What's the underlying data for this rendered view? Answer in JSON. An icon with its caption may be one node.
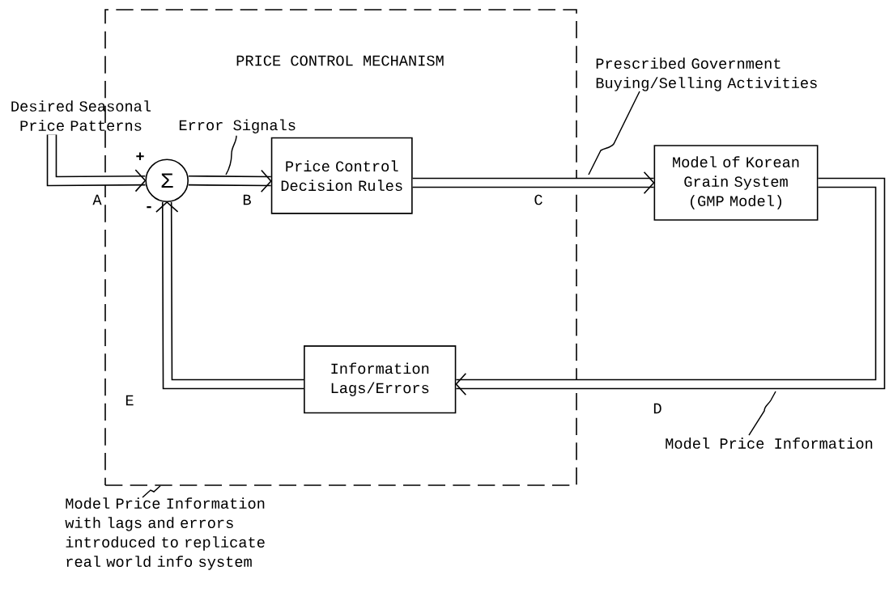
{
  "diagram": {
    "nodes": [
      {
        "text": [
          "PRICE CONTROL MECHANISM"
        ]
      },
      {
        "text": [
          "Desired Seasonal Price Patterns"
        ]
      },
      {
        "text": [
          "Σ"
        ],
        "in": 0
      },
      {
        "text": [
          "Price Control Decision Rules"
        ],
        "in": 0
      },
      {
        "text": [
          "Model of Korean Grain System (GMP Model)"
        ]
      },
      {
        "text": [
          "Information Lags/Errors"
        ],
        "in": 0
      },
      {
        "text": [
          "Error Signals"
        ],
        "in": 0
      },
      {
        "text": [
          "Prescribed Government Buying/Selling Activities"
        ]
      },
      {
        "text": [
          "Model Price Information"
        ]
      },
      {
        "text": [
          "Model Price Information with lags and errors introduced to replicate real world info system"
        ]
      }
    ],
    "edges": [
      {
        "from": 1,
        "to": 2,
        "arrow": "to",
        "label": "A"
      },
      {
        "from": 2,
        "to": 3,
        "arrow": "to",
        "label": "B"
      },
      {
        "from": 3,
        "to": 4,
        "arrow": "to",
        "label": "C"
      },
      {
        "from": 4,
        "to": 5,
        "arrow": "to",
        "label": "D"
      },
      {
        "from": 5,
        "to": 2,
        "arrow": "to",
        "label": "E"
      },
      {
        "from": 6,
        "to": null,
        "arrow": "none"
      },
      {
        "from": 7,
        "to": null,
        "arrow": "none"
      },
      {
        "from": 8,
        "to": null,
        "arrow": "none"
      },
      {
        "from": 9,
        "to": 0,
        "arrow": "none"
      }
    ],
    "labels": [
      "+",
      "-"
    ]
  }
}
